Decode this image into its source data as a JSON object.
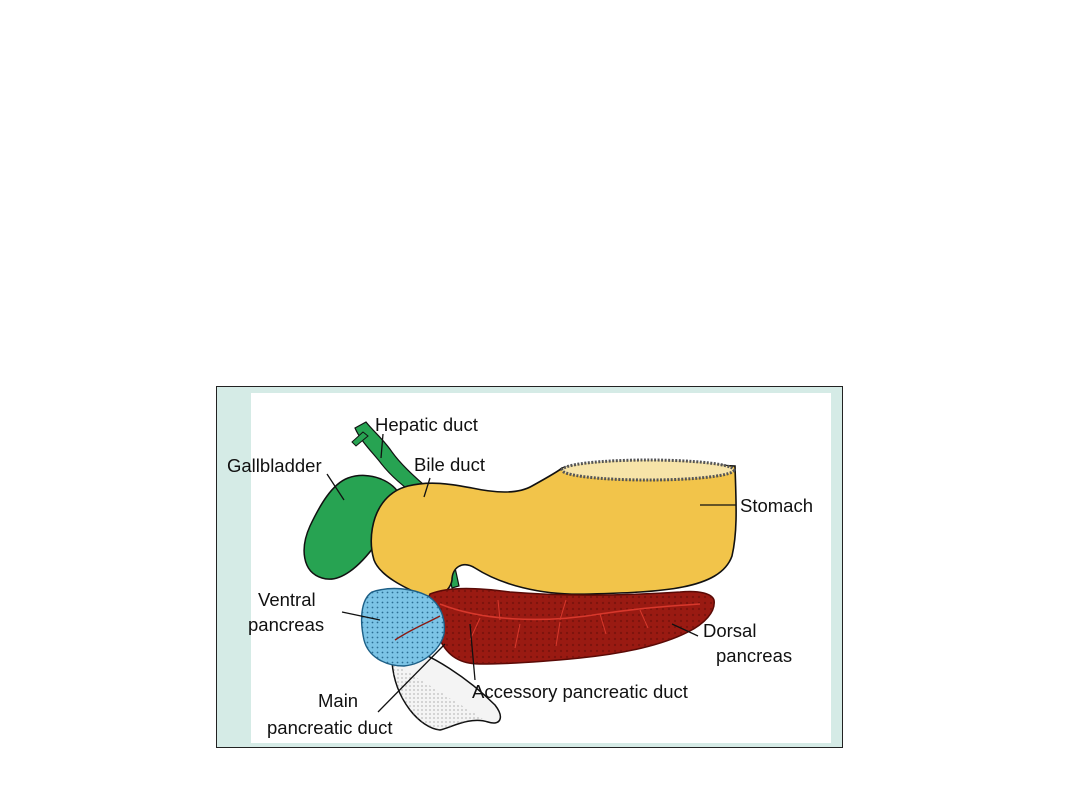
{
  "diagram": {
    "labels": {
      "hepatic_duct": "Hepatic duct",
      "gallbladder": "Gallbladder",
      "bile_duct": "Bile duct",
      "stomach": "Stomach",
      "ventral_pancreas_line1": "Ventral",
      "ventral_pancreas_line2": "pancreas",
      "dorsal_pancreas_line1": "Dorsal",
      "dorsal_pancreas_line2": "pancreas",
      "accessory_pancreatic_duct": "Accessory pancreatic duct",
      "main_pancreatic_duct_line1": "Main",
      "main_pancreatic_duct_line2": "pancreatic duct"
    },
    "colors": {
      "frame_bg": "#d5ebe6",
      "gallbladder": "#27a352",
      "stomach": "#f2c44a",
      "ventral_pancreas": "#7cc4e6",
      "dorsal_pancreas": "#9a1a12",
      "duodenum": "#f4f4f4"
    }
  }
}
